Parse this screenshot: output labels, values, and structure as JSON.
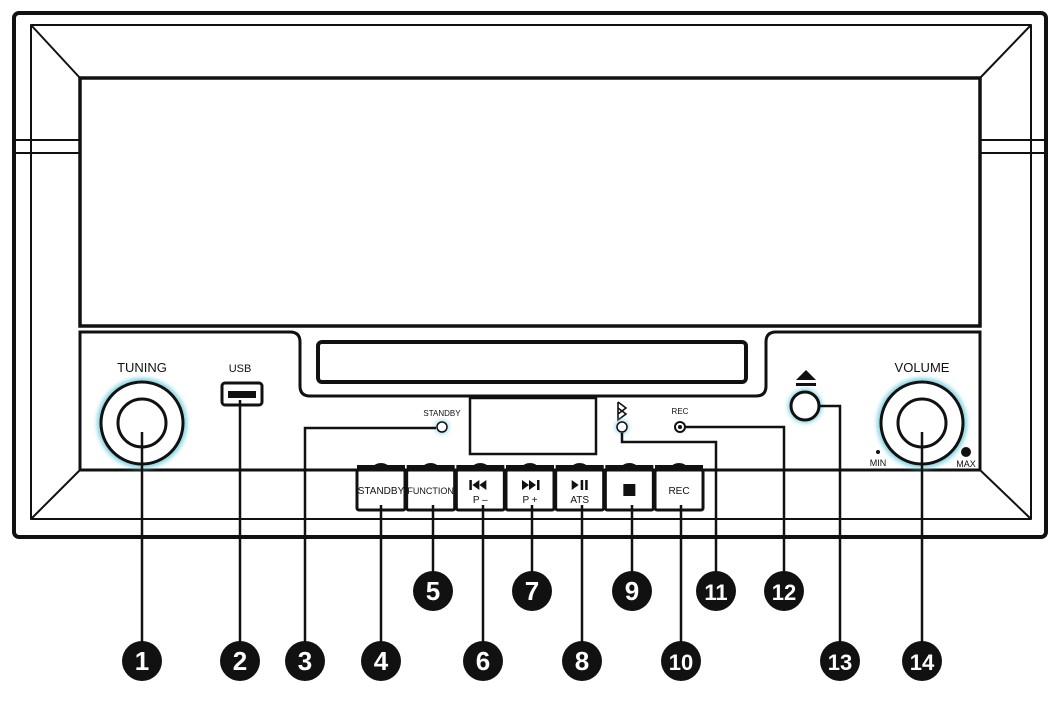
{
  "labels": {
    "tuning": "TUNING",
    "usb": "USB",
    "standby_led": "STANDBY",
    "rec_led": "REC",
    "volume": "VOLUME",
    "min": "MIN",
    "max": "MAX"
  },
  "buttons": [
    {
      "id": "standby",
      "label": "STANDBY",
      "sub": ""
    },
    {
      "id": "function",
      "label": "FUNCTION",
      "sub": ""
    },
    {
      "id": "prev",
      "label": "",
      "sub": "P –",
      "icon": "skip-back-icon"
    },
    {
      "id": "next",
      "label": "",
      "sub": "P +",
      "icon": "skip-forward-icon"
    },
    {
      "id": "play-pause",
      "label": "",
      "sub": "ATS",
      "icon": "play-pause-icon"
    },
    {
      "id": "stop",
      "label": "",
      "sub": "",
      "icon": "stop-icon"
    },
    {
      "id": "rec",
      "label": "REC",
      "sub": ""
    }
  ],
  "callouts": [
    "1",
    "2",
    "3",
    "4",
    "5",
    "6",
    "7",
    "8",
    "9",
    "10",
    "11",
    "12",
    "13",
    "14"
  ],
  "colors": {
    "outline": "#111111",
    "knob_glow": "#7fd3e0",
    "led_glow": "#9fdcea",
    "callout_fill": "#111111",
    "callout_text": "#ffffff"
  },
  "icons": {
    "usb_port": "usb-port-icon",
    "eject": "eject-icon",
    "bluetooth": "bluetooth-icon"
  }
}
